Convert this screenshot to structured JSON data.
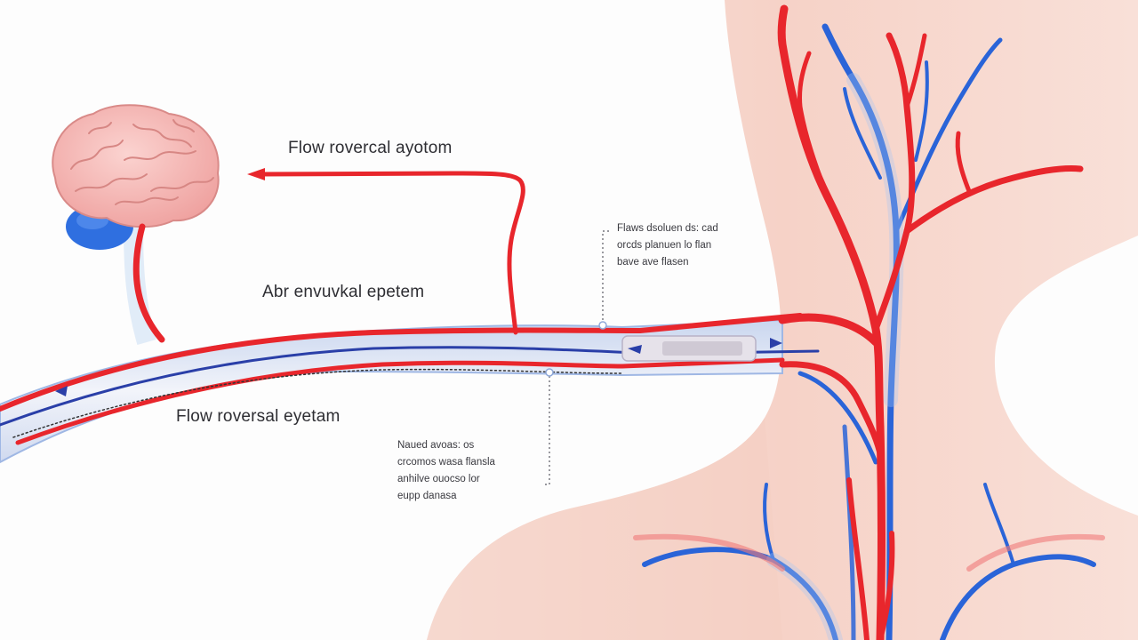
{
  "labels": {
    "top_label": "Flow roverсal ayotom",
    "middle_label": "Abr envuvkal epetem",
    "bottom_label": "Flow roversal eyetam"
  },
  "callouts": {
    "upper": [
      "Flaws dsoluen ds: cad",
      "orcds planuen lo flan",
      "bave ave flasen"
    ],
    "lower": [
      "Naued avoas: os",
      "crcomos wasa flansla",
      "anhilve ouocso lor",
      "eupp danasa"
    ]
  },
  "colors": {
    "artery": "#e8262c",
    "vein": "#2a64d8",
    "catheter": "#dfe3f2",
    "skin": "#f8dcd3",
    "brain": "#f4b6b4",
    "brain_base": "#2f6fe0"
  },
  "icons": [
    "brain-icon",
    "flow-arrow-icon"
  ]
}
